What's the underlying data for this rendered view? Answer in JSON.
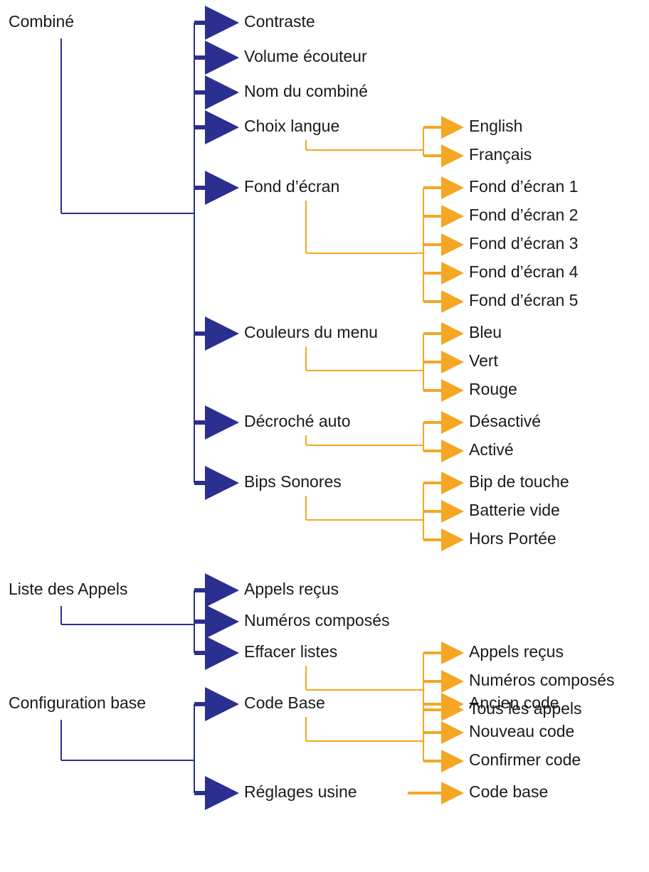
{
  "colors": {
    "level1": "#2b2f8f",
    "level2": "#f5a623",
    "text": "#1a1a1a"
  },
  "groups": [
    {
      "label": "Combiné",
      "items": [
        {
          "label": "Contraste",
          "sub": []
        },
        {
          "label": "Volume écouteur",
          "sub": []
        },
        {
          "label": "Nom du combiné",
          "sub": []
        },
        {
          "label": "Choix langue",
          "sub": [
            "English",
            "Français"
          ]
        },
        {
          "label": "Fond d’écran",
          "sub": [
            "Fond d’écran 1",
            "Fond d’écran 2",
            "Fond d’écran 3",
            "Fond d’écran 4",
            "Fond d’écran 5"
          ]
        },
        {
          "label": "Couleurs du menu",
          "sub": [
            "Bleu",
            "Vert",
            "Rouge"
          ]
        },
        {
          "label": "Décroché auto",
          "sub": [
            "Désactivé",
            "Activé"
          ]
        },
        {
          "label": "Bips Sonores",
          "sub": [
            "Bip de touche",
            "Batterie vide",
            "Hors Portée"
          ]
        }
      ]
    },
    {
      "label": "Liste des Appels",
      "items": [
        {
          "label": "Appels reçus",
          "sub": []
        },
        {
          "label": "Numéros composés",
          "sub": []
        },
        {
          "label": "Effacer listes",
          "sub": [
            "Appels reçus",
            "Numéros composés",
            "Tous les appels"
          ]
        }
      ]
    },
    {
      "label": "Configuration base",
      "items": [
        {
          "label": "Code Base",
          "sub": [
            "Ancien code",
            "Nouveau code",
            "Confirmer code"
          ]
        },
        {
          "label": "Réglages usine",
          "sub": [
            "Code base"
          ]
        }
      ]
    }
  ]
}
